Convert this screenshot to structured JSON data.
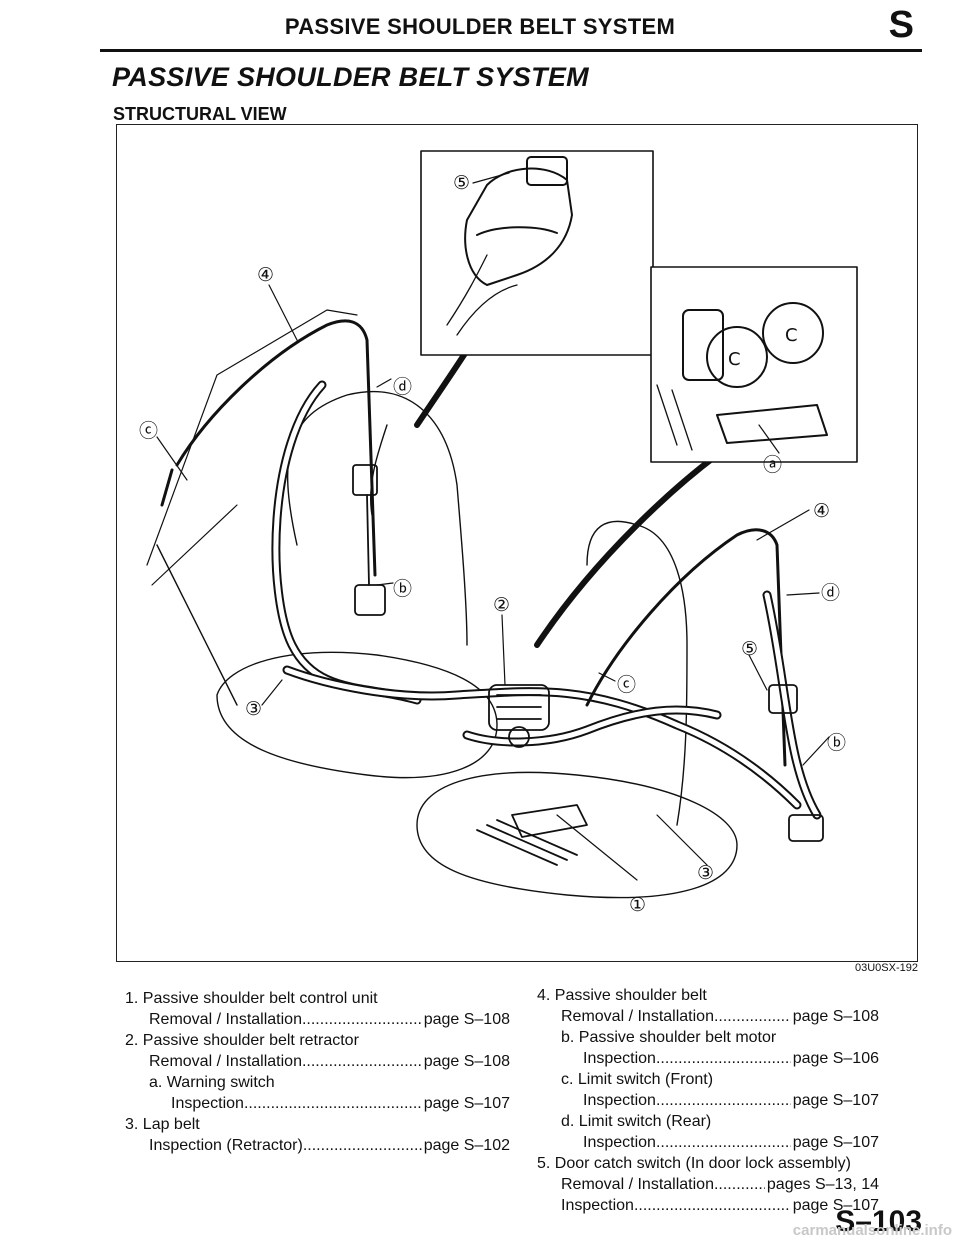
{
  "header": {
    "title": "PASSIVE SHOULDER BELT SYSTEM",
    "section_letter": "S"
  },
  "doc_title": "PASSIVE SHOULDER BELT SYSTEM",
  "sub_heading": "STRUCTURAL VIEW",
  "figure": {
    "code": "03U0SX-192",
    "callouts": [
      "⑤",
      "④",
      "ⓓ",
      "ⓒ",
      "ⓑ",
      "③",
      "②",
      "①",
      "ⓐ",
      "④",
      "ⓓ",
      "⑤",
      "ⓒ",
      "ⓑ",
      "③"
    ],
    "detail_letter_c": "C"
  },
  "legend_left": [
    {
      "text": "1. Passive shoulder belt control unit",
      "indent": 0
    },
    {
      "text": "Removal / Installation",
      "ref": "page S–108",
      "indent": 1
    },
    {
      "text": "2. Passive shoulder belt retractor",
      "indent": 0
    },
    {
      "text": "Removal / Installation",
      "ref": "page S–108",
      "indent": 1
    },
    {
      "text": "a. Warning switch",
      "indent": 1
    },
    {
      "text": "Inspection",
      "ref": "page S–107",
      "indent": 2
    },
    {
      "text": "3. Lap belt",
      "indent": 0
    },
    {
      "text": "Inspection (Retractor)",
      "ref": "page S–102",
      "indent": 1
    }
  ],
  "legend_right": [
    {
      "text": "4. Passive shoulder belt",
      "indent": 0
    },
    {
      "text": "Removal / Installation",
      "ref": "page  S–108",
      "indent": 1
    },
    {
      "text": "b. Passive shoulder belt motor",
      "indent": 1
    },
    {
      "text": "Inspection",
      "ref": "page  S–106",
      "indent": 2
    },
    {
      "text": "c. Limit switch (Front)",
      "indent": 1
    },
    {
      "text": "Inspection",
      "ref": "page  S–107",
      "indent": 2
    },
    {
      "text": "d. Limit switch (Rear)",
      "indent": 1
    },
    {
      "text": "Inspection",
      "ref": "page  S–107",
      "indent": 2
    },
    {
      "text": "5. Door catch switch (In door lock assembly)",
      "indent": 0
    },
    {
      "text": "Removal / Installation",
      "ref": "pages S–13,  14",
      "indent": 1
    },
    {
      "text": "Inspection",
      "ref": "page  S–107",
      "indent": 1
    }
  ],
  "page_number": "S–103",
  "footer_mark": "carmanualsonline.info"
}
